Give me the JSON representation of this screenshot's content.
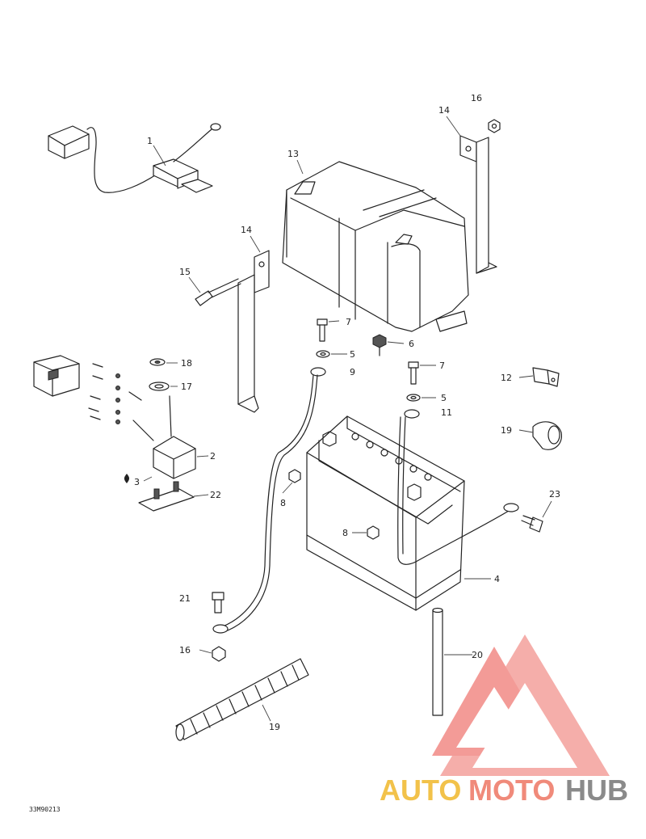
{
  "diagram": {
    "drawing_code": "33M90213",
    "callouts": {
      "c1": "1",
      "c2": "2",
      "c3": "3",
      "c4": "4",
      "c5a": "5",
      "c5b": "5",
      "c6": "6",
      "c7a": "7",
      "c7b": "7",
      "c8a": "8",
      "c8b": "8",
      "c9": "9",
      "c11": "11",
      "c12": "12",
      "c13": "13",
      "c14a": "14",
      "c14b": "14",
      "c15": "15",
      "c16a": "16",
      "c16b": "16",
      "c17": "17",
      "c18": "18",
      "c19a": "19",
      "c19b": "19",
      "c20": "20",
      "c21": "21",
      "c22": "22",
      "c23": "23"
    }
  },
  "watermark": {
    "part1": "AUTO",
    "part2": "MOTO",
    "part3": "HUB",
    "colors": {
      "auto": "#f2c24a",
      "moto": "#f08a7a",
      "hub": "#8a8a8a",
      "logo": "#f28a86"
    }
  }
}
